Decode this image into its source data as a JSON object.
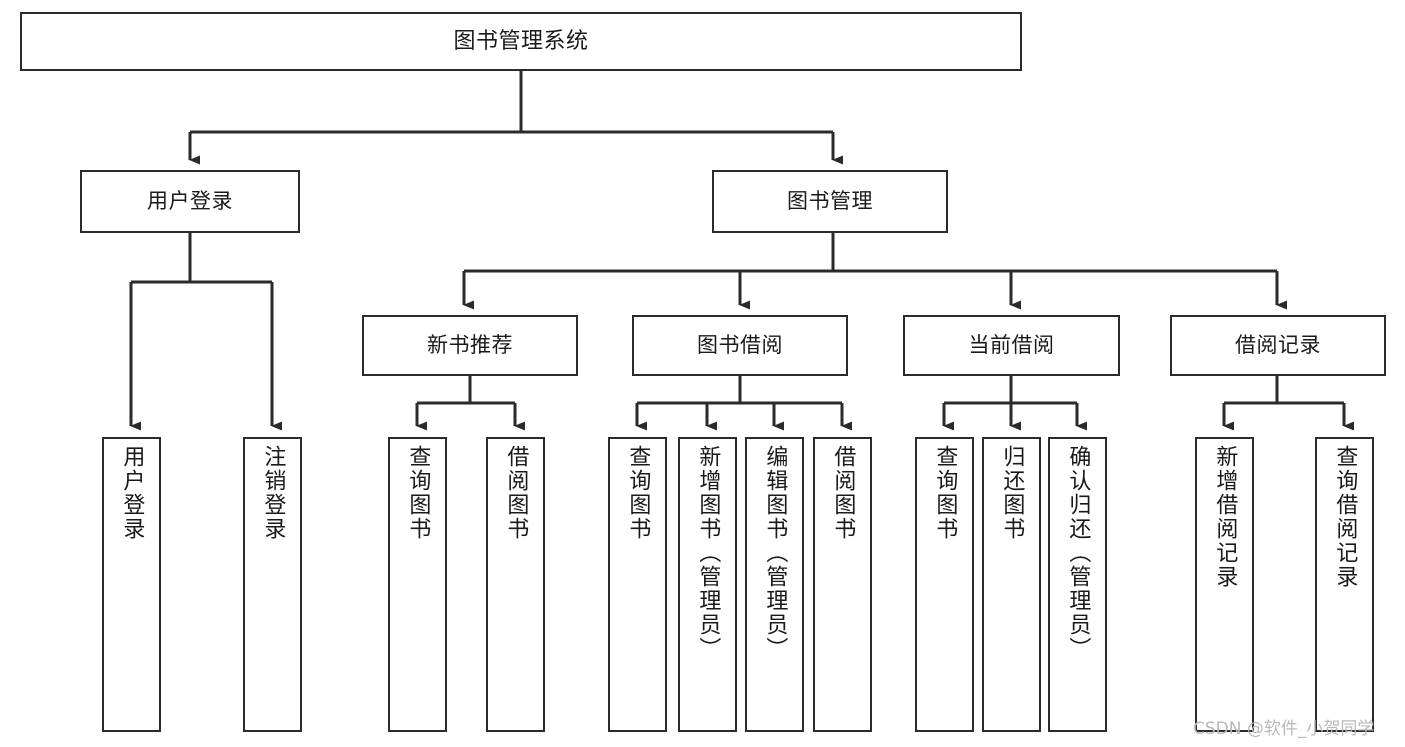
{
  "diagram": {
    "title": "图书管理系统",
    "type": "hierarchy-tree",
    "levels": 4,
    "colors": {
      "box_border": "#2b2b2b",
      "box_fill": "#ffffff",
      "edge": "#2b2b2b",
      "text": "#1a1a1a",
      "watermark": "#b9b9b9"
    },
    "nodes": {
      "root": {
        "label": "图书管理系统"
      },
      "level2": [
        {
          "label": "用户登录"
        },
        {
          "label": "图书管理"
        }
      ],
      "level3": [
        {
          "label": "新书推荐"
        },
        {
          "label": "图书借阅"
        },
        {
          "label": "当前借阅"
        },
        {
          "label": "借阅记录"
        }
      ],
      "leaves": {
        "user_login": [
          {
            "label": "用户登录"
          },
          {
            "label": "注销登录"
          }
        ],
        "new_book_recommend": [
          {
            "label": "查询图书"
          },
          {
            "label": "借阅图书"
          }
        ],
        "book_borrow": [
          {
            "label": "查询图书"
          },
          {
            "label": "新增图书（管理员）"
          },
          {
            "label": "编辑图书（管理员）"
          },
          {
            "label": "借阅图书"
          }
        ],
        "current_borrow": [
          {
            "label": "查询图书"
          },
          {
            "label": "归还图书"
          },
          {
            "label": "确认归还（管理员）"
          }
        ],
        "borrow_record": [
          {
            "label": "新增借阅记录"
          },
          {
            "label": "查询借阅记录"
          }
        ]
      }
    }
  },
  "watermark": {
    "text": "CSDN @软件_小贺同学"
  }
}
